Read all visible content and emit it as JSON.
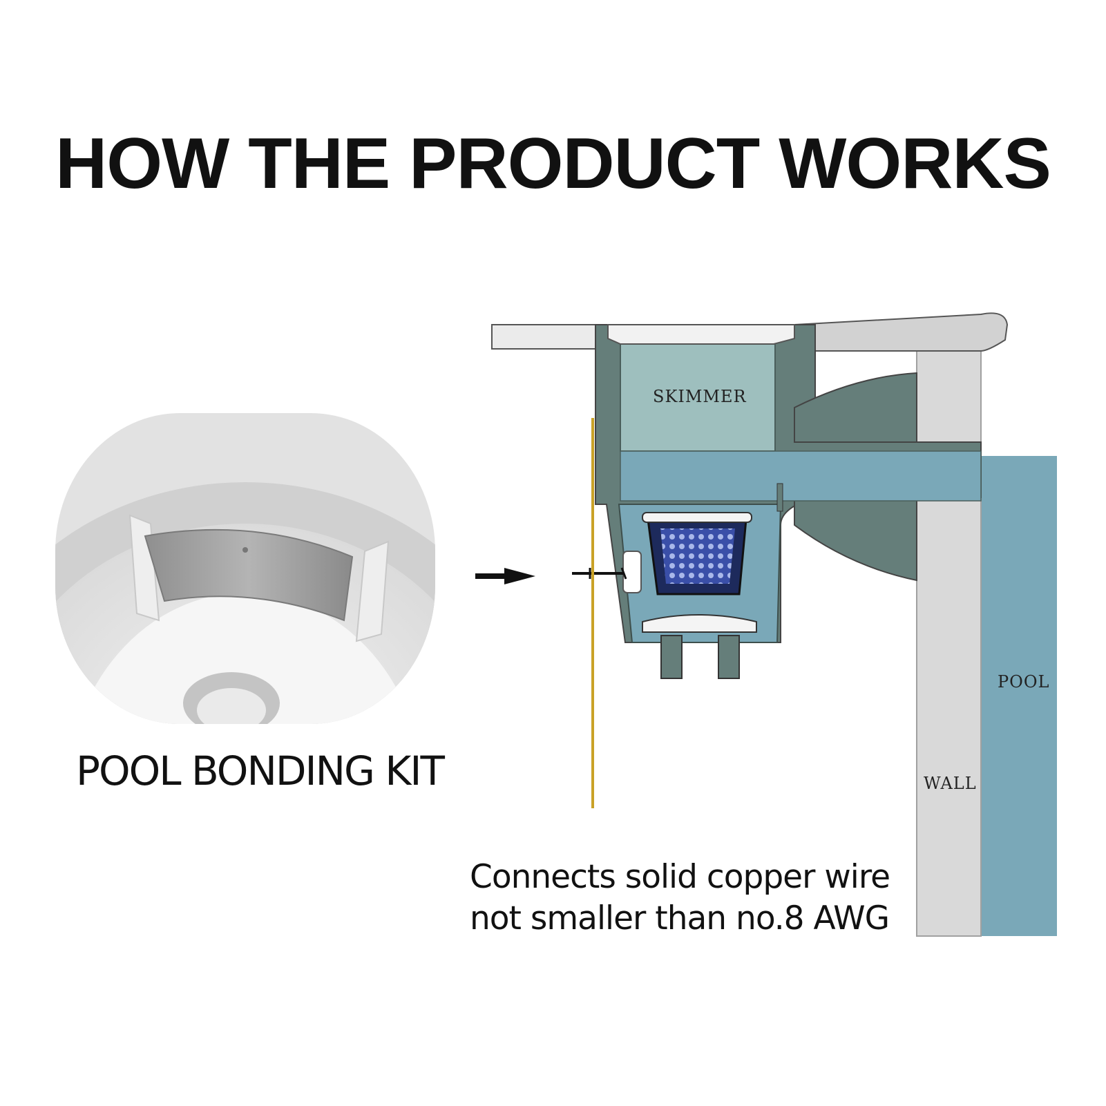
{
  "title": "HOW THE PRODUCT WORKS",
  "kit_label": "POOL BONDING KIT",
  "diagram": {
    "skimmer_label": "SKIMMER",
    "pool_label": "POOL",
    "wall_label": "WALL"
  },
  "caption": {
    "line1": "Connects solid copper wire",
    "line2": "not smaller than no.8 AWG"
  },
  "colors": {
    "water": "#7aa8b8",
    "skimmer_dark": "#657e7a",
    "skimmer_light": "#9ebfbe",
    "wall": "#d8d8d8",
    "copper_wire": "#c9a227",
    "basket_mesh": "#3a4fa8"
  }
}
